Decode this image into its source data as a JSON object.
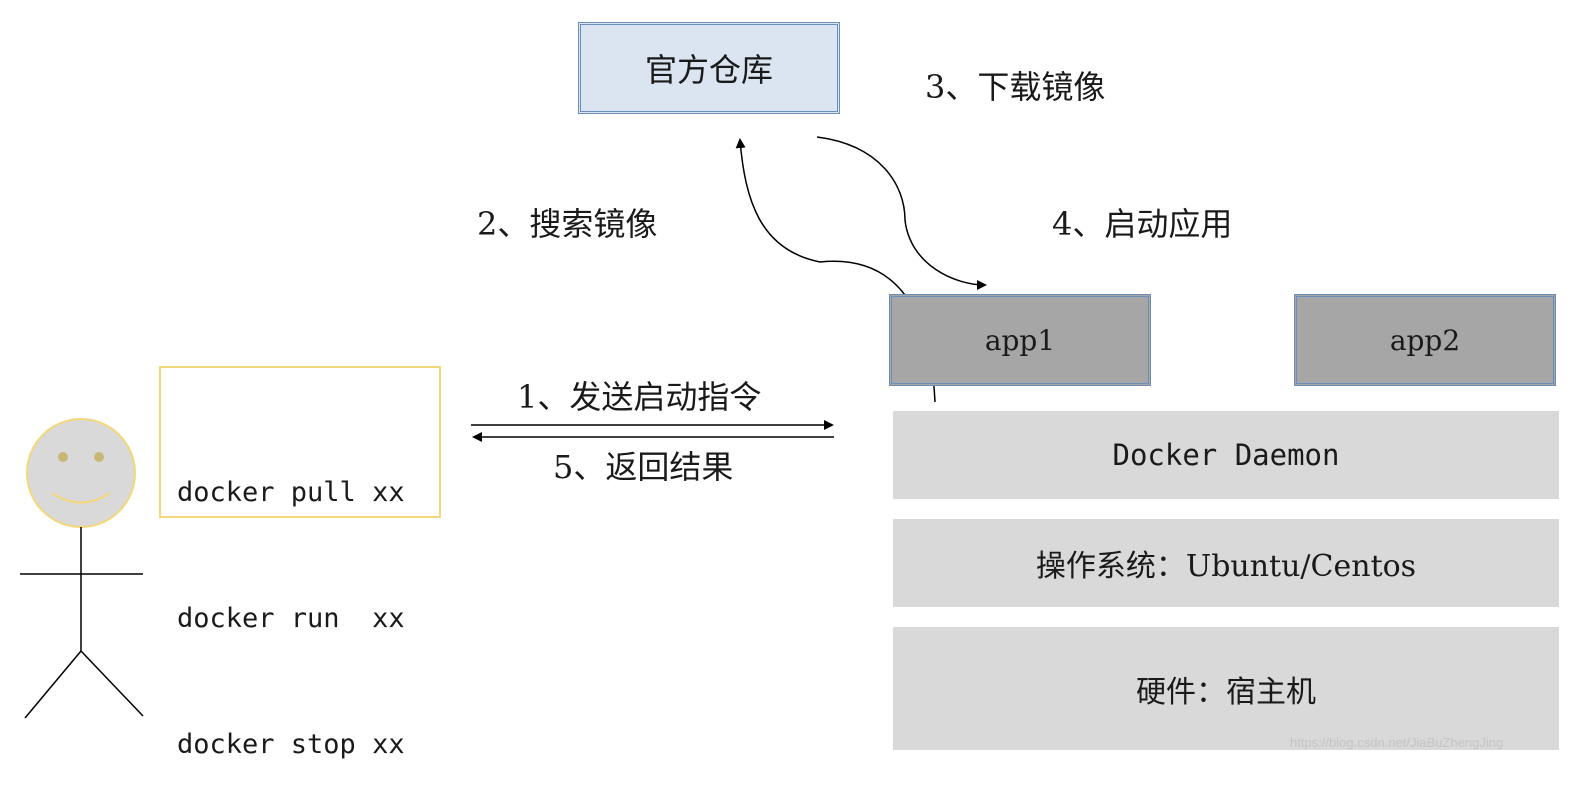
{
  "registry": {
    "label": "官方仓库"
  },
  "steps": {
    "step1": "1、发送启动指令",
    "step2": "2、搜索镜像",
    "step3": "3、下载镜像",
    "step4": "4、启动应用",
    "step5": "5、返回结果"
  },
  "apps": [
    {
      "label": "app1"
    },
    {
      "label": "app2"
    }
  ],
  "layers": {
    "daemon": "Docker Daemon",
    "os": "操作系统：Ubuntu/Centos",
    "hardware": "硬件：宿主机"
  },
  "commands": [
    "docker pull xx",
    "docker run  xx",
    "docker stop xx"
  ],
  "watermark": "https://blog.csdn.net/JiaBuZhengJing",
  "colors": {
    "registry_fill": "#dbe5f1",
    "registry_border": "#6b8fb8",
    "app_fill": "#a6a6a6",
    "layer_fill": "#d9d9d9",
    "cmd_border": "#f3d87a",
    "face_fill": "#d9d9d9",
    "face_outline": "#f3d87a"
  }
}
